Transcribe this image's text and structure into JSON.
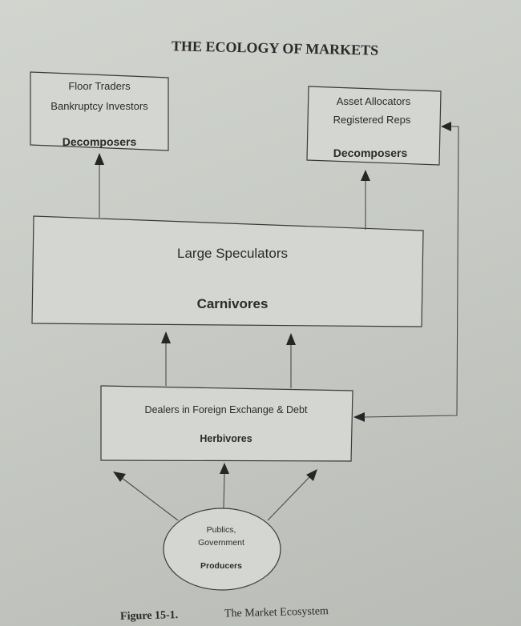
{
  "page_title": "THE ECOLOGY OF MARKETS",
  "nodes": {
    "decomposers_left": {
      "lines": [
        "Floor Traders",
        "Bankruptcy Investors"
      ],
      "role": "Decomposers"
    },
    "decomposers_right": {
      "lines": [
        "Asset Allocators",
        "Registered Reps"
      ],
      "role": "Decomposers"
    },
    "carnivores": {
      "lines": [
        "Large Speculators"
      ],
      "role": "Carnivores"
    },
    "herbivores": {
      "lines": [
        "Dealers in Foreign Exchange & Debt"
      ],
      "role": "Herbivores"
    },
    "producers": {
      "lines": [
        "Publics,",
        "Government"
      ],
      "role": "Producers"
    }
  },
  "caption": {
    "number": "Figure 15-1.",
    "title": "The Market Ecosystem"
  }
}
